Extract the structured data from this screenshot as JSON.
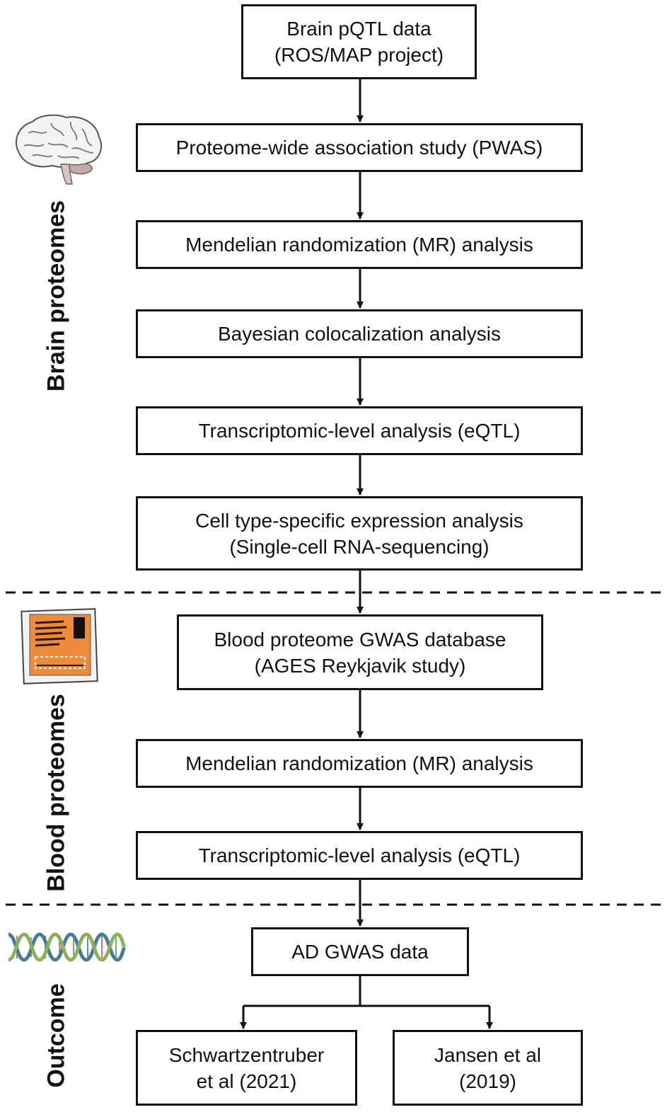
{
  "sections": {
    "brain": "Brain proteomes",
    "blood": "Blood proteomes",
    "outcome": "Outcome"
  },
  "boxes": {
    "brain_pqtl": [
      "Brain pQTL data",
      "(ROS/MAP project)"
    ],
    "pwas": [
      "Proteome-wide association study (PWAS)"
    ],
    "mr_brain": [
      "Mendelian randomization (MR) analysis"
    ],
    "coloc": [
      "Bayesian colocalization analysis"
    ],
    "eqtl_brain": [
      "Transcriptomic-level analysis (eQTL)"
    ],
    "celltype": [
      "Cell type-specific expression analysis",
      "(Single-cell RNA-sequencing)"
    ],
    "blood_gwas": [
      "Blood proteome GWAS database",
      "(AGES Reykjavik study)"
    ],
    "mr_blood": [
      "Mendelian randomization (MR) analysis"
    ],
    "eqtl_blood": [
      "Transcriptomic-level analysis (eQTL)"
    ],
    "ad_gwas": [
      "AD GWAS data"
    ],
    "schwartz": [
      "Schwartzentruber",
      "et al (2021)"
    ],
    "jansen": [
      "Jansen et al",
      "(2019)"
    ]
  },
  "icons": [
    "brain-icon",
    "blood-sample-card-icon",
    "dna-helix-icon"
  ]
}
